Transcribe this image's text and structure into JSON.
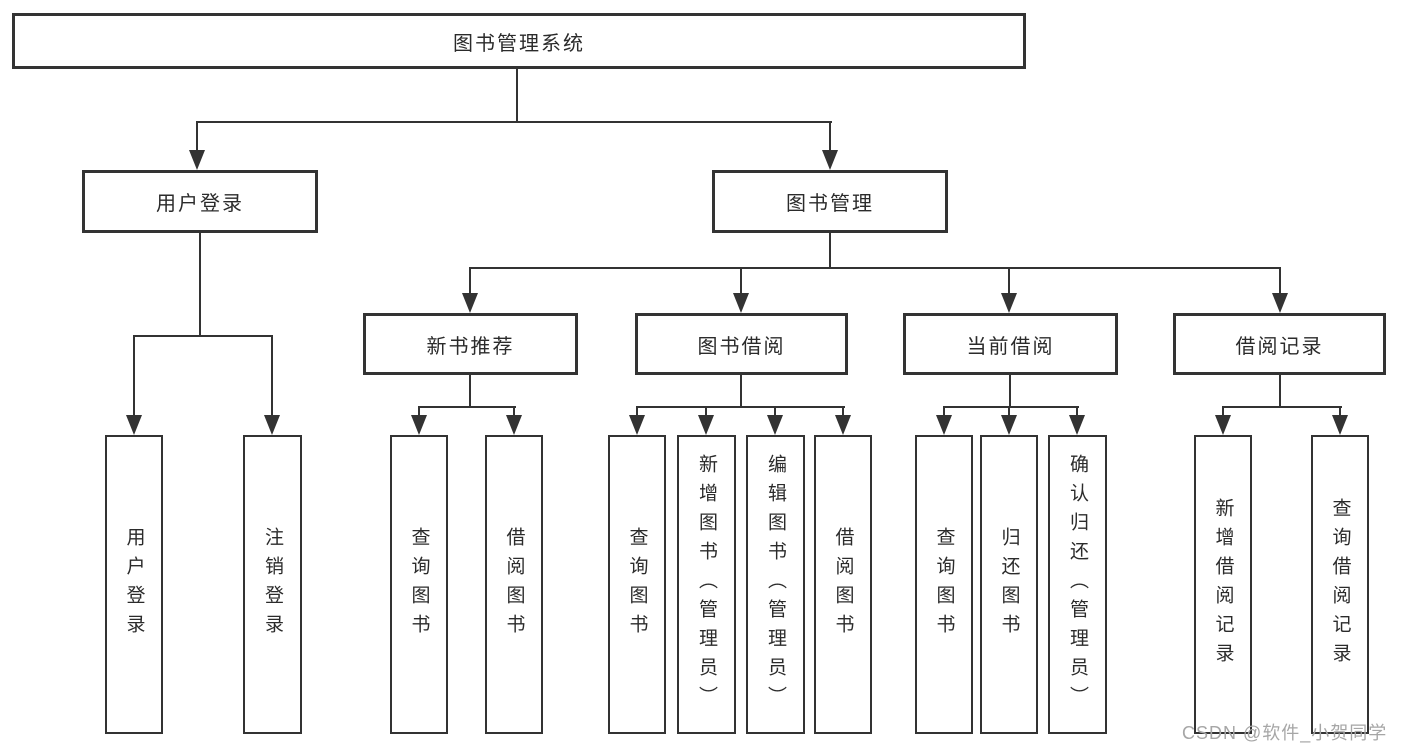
{
  "tree": {
    "root": {
      "label": "图书管理系统"
    },
    "branches": [
      {
        "label": "用户登录",
        "children": [
          {
            "label": "用户登录"
          },
          {
            "label": "注销登录"
          }
        ]
      },
      {
        "label": "图书管理",
        "children": [
          {
            "label": "新书推荐",
            "children": [
              {
                "label": "查询图书"
              },
              {
                "label": "借阅图书"
              }
            ]
          },
          {
            "label": "图书借阅",
            "children": [
              {
                "label": "查询图书"
              },
              {
                "label": "新增图书（管理员）"
              },
              {
                "label": "编辑图书（管理员）"
              },
              {
                "label": "借阅图书"
              }
            ]
          },
          {
            "label": "当前借阅",
            "children": [
              {
                "label": "查询图书"
              },
              {
                "label": "归还图书"
              },
              {
                "label": "确认归还（管理员）"
              }
            ]
          },
          {
            "label": "借阅记录",
            "children": [
              {
                "label": "新增借阅记录"
              },
              {
                "label": "查询借阅记录"
              }
            ]
          }
        ]
      }
    ]
  },
  "watermark": {
    "text": "CSDN @软件_小贺同学"
  },
  "colors": {
    "line": "#333333",
    "text": "#2b2b2b",
    "background": "#ffffff",
    "watermark": "#a6a6a6"
  }
}
